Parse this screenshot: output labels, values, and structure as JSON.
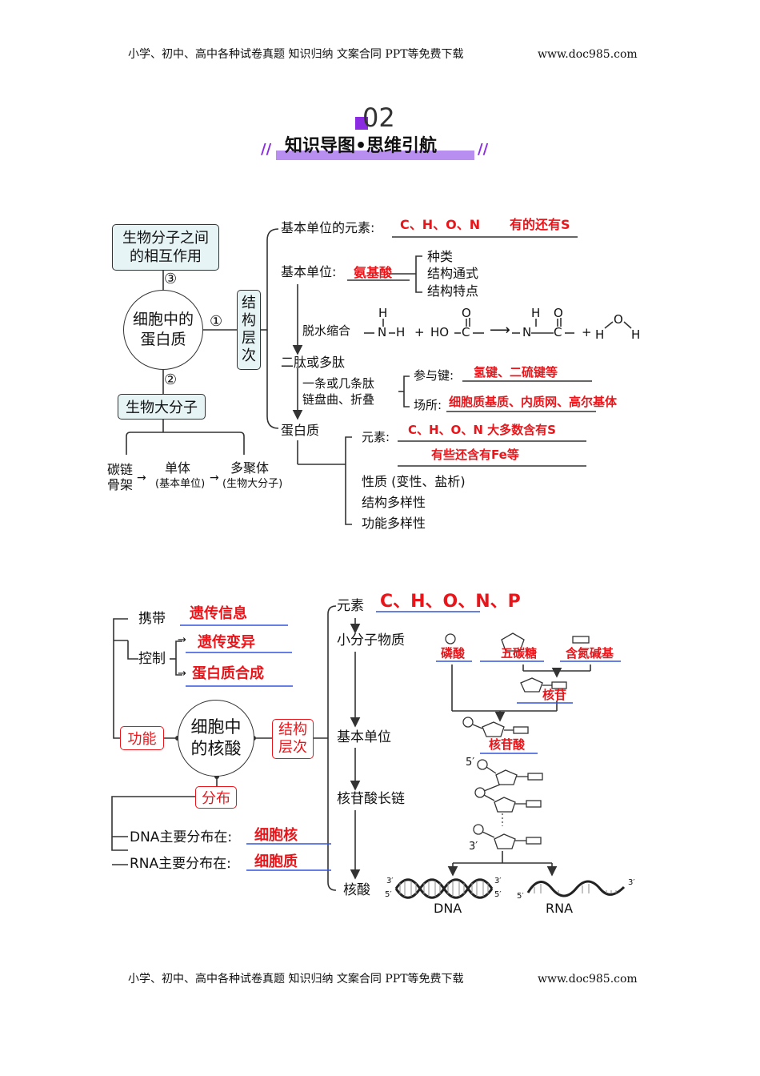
{
  "header": {
    "left": "小学、初中、高中各种试卷真题  知识归纳  文案合同  PPT等免费下载",
    "url": "www.doc985.com"
  },
  "footer": {
    "left": "小学、初中、高中各种试卷真题  知识归纳  文案合同  PPT等免费下载",
    "url": "www.doc985.com"
  },
  "section": {
    "number": "02",
    "title": "知识导图•思维引航"
  },
  "protein": {
    "interaction": "生物分子之间的相互作用",
    "center": "细胞中的蛋白质",
    "macromolecule": "生物大分子",
    "circle1": "①",
    "circle2": "②",
    "circle3": "③",
    "structure": "结构层次",
    "carbon_chain": "碳链骨架",
    "monomer": "单体",
    "monomer_sub": "(基本单位)",
    "polymer": "多聚体",
    "polymer_sub": "(生物大分子)",
    "unit_elements_label": "基本单位的元素:",
    "unit_elements_answer": "C、H、O、N",
    "unit_elements_extra": "有的还有S",
    "unit_label": "基本单位:",
    "unit_answer": "氨基酸",
    "unit_items": [
      "种类",
      "结构通式",
      "结构特点"
    ],
    "dehydration_label": "脱水缩合",
    "formula": {
      "H": "H",
      "N": "N",
      "O": "O",
      "C": "C",
      "HO": "HO",
      "plus": "+",
      "dash": "—"
    },
    "peptide_label": "二肽或多肽",
    "chain_desc_1": "一条或几条肽",
    "chain_desc_2": "链盘曲、折叠",
    "bond_label": "参与键:",
    "bond_answer": "氢键、二硫键等",
    "place_label": "场所:",
    "place_answer": "细胞质基质、内质网、高尔基体",
    "protein_label": "蛋白质",
    "elem_label": "元素:",
    "elem_answer_1": "C、H、O、N  大多数含有S",
    "elem_answer_2": "有些还含有Fe等",
    "properties": [
      "性质 (变性、盐析)",
      "结构多样性",
      "功能多样性"
    ]
  },
  "nucleic": {
    "center": "细胞中的核酸",
    "function": "功能",
    "structure": "结构层次",
    "distribution": "分布",
    "carry_label": "携带",
    "carry_answer": "遗传信息",
    "control_label": "控制",
    "control_answer_1": "遗传变异",
    "control_answer_2": "蛋白质合成",
    "dna_label": "DNA主要分布在:",
    "dna_answer": "细胞核",
    "rna_label": "RNA主要分布在:",
    "rna_answer": "细胞质",
    "elements_label": "元素",
    "elements_answer": "C、H、O、N、P",
    "small_molecules": "小分子物质",
    "basic_unit": "基本单位",
    "long_chain": "核苷酸长链",
    "nucleic_acid": "核酸",
    "phosphate": "磷酸",
    "pentose": "五碳糖",
    "base": "含氮碱基",
    "nucleoside": "核苷",
    "nucleotide": "核苷酸",
    "five_prime": "5′",
    "three_prime": "3′",
    "dna": "DNA",
    "rna": "RNA"
  }
}
